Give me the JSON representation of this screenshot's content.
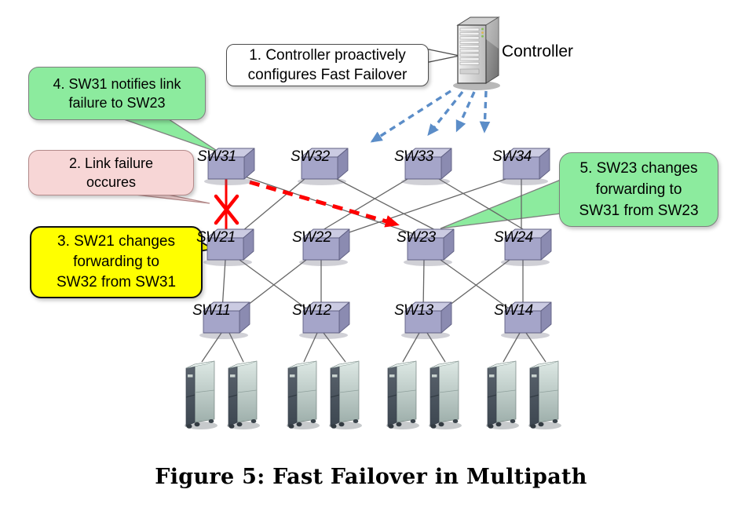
{
  "caption": "Figure 5: Fast Failover in Multipath",
  "controller": {
    "label": "Controller"
  },
  "callouts": {
    "c1": "1. Controller proactively\nconfigures Fast Failover",
    "c2": "2. Link failure\noccures",
    "c3": "3. SW21 changes\nforwarding to\nSW32 from SW31",
    "c4": "4. SW31 notifies link\nfailure to SW23",
    "c5": "5. SW23 changes\nforwarding to\nSW31 from SW23"
  },
  "switches": {
    "row3": [
      "SW31",
      "SW32",
      "SW33",
      "SW34"
    ],
    "row2": [
      "SW21",
      "SW22",
      "SW23",
      "SW24"
    ],
    "row1": [
      "SW11",
      "SW12",
      "SW13",
      "SW14"
    ]
  },
  "icons": {
    "controller": "server-tower-icon",
    "switch": "switch-3d-box-icon",
    "host": "server-tower-icon",
    "link_failure": "red-x-icon",
    "failover_notification": "red-dashed-arrow-icon",
    "proactive_config": "blue-dashed-arrow-icon"
  },
  "colors": {
    "failure_red": "#ff0000",
    "controller_arrow_blue": "#5b8dc8",
    "callout_green": "#8ceb9e",
    "callout_yellow": "#ffff00",
    "callout_pink": "#f7d6d6",
    "callout_white": "#ffffff",
    "switch_fill": "#a5a5c9",
    "link_gray": "#666666"
  }
}
